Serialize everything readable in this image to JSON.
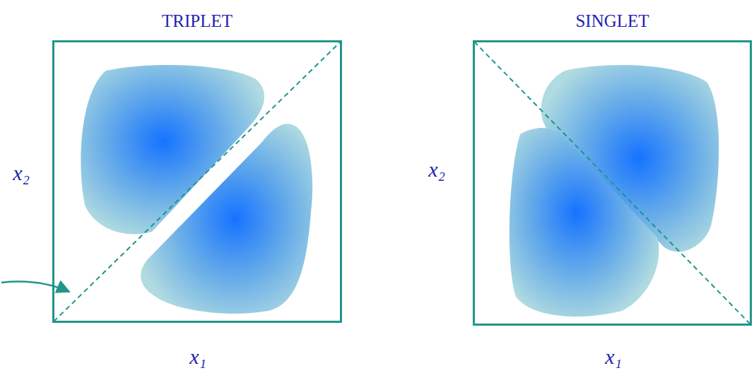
{
  "diagram": {
    "nodes": [
      {
        "text": [
          "TRIPLET"
        ]
      },
      {
        "text": [
          "SINGLET"
        ]
      }
    ],
    "labels": [
      "x₂",
      "x₁",
      "x₂",
      "x₁"
    ]
  }
}
